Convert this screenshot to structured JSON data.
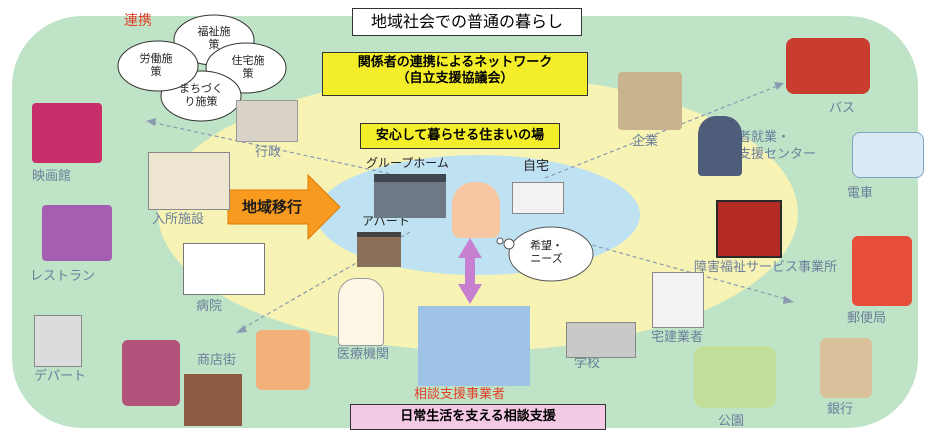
{
  "title": "地域社会での普通の暮らし",
  "network": {
    "line1": "関係者の連携によるネットワーク",
    "line2": "（自立支援協議会）"
  },
  "home_box": "安心して暮らせる住まいの場",
  "transition_arrow": "地域移行",
  "bottom_box": "日常生活を支える相談支援",
  "cooperation": {
    "label": "連携",
    "policies": [
      "福祉施策",
      "住宅施策",
      "まちづくり施策",
      "労働施策"
    ]
  },
  "bubble": [
    "希望・",
    "ニーズ"
  ],
  "residences": [
    "グループホーム",
    "自宅",
    "アパート"
  ],
  "places": {
    "gyosei": "行政",
    "nyusho": "入所施設",
    "byoin": "病院",
    "eiga": "映画館",
    "restaurant": "レストラン",
    "depart": "デパート",
    "shotengai": "商店街",
    "iryo": "医療機関",
    "sodan": "相談支援事業者",
    "gakko": "学校",
    "takken": "宅建業者",
    "koen": "公園",
    "ginko": "銀行",
    "yubin": "郵便局",
    "densha": "電車",
    "bus": "バス",
    "kigyo": "企業",
    "shuro_line1": "障害者就業・",
    "shuro_line2": "生活支援センター",
    "fukushi": "障害福祉サービス事業所"
  },
  "colors": {
    "background_oval": "#bfe3c6",
    "yellow_ring": "#f7f3b4",
    "inner_oval": "#bfe2f2",
    "yellow_box": "#f4ee2a",
    "pink_box": "#f4c9e4",
    "orange_arrow": "#f79a1f",
    "purple_arrow": "#c77fcf",
    "label_text": "#6b7f9c",
    "red_text": "#e0402a"
  }
}
